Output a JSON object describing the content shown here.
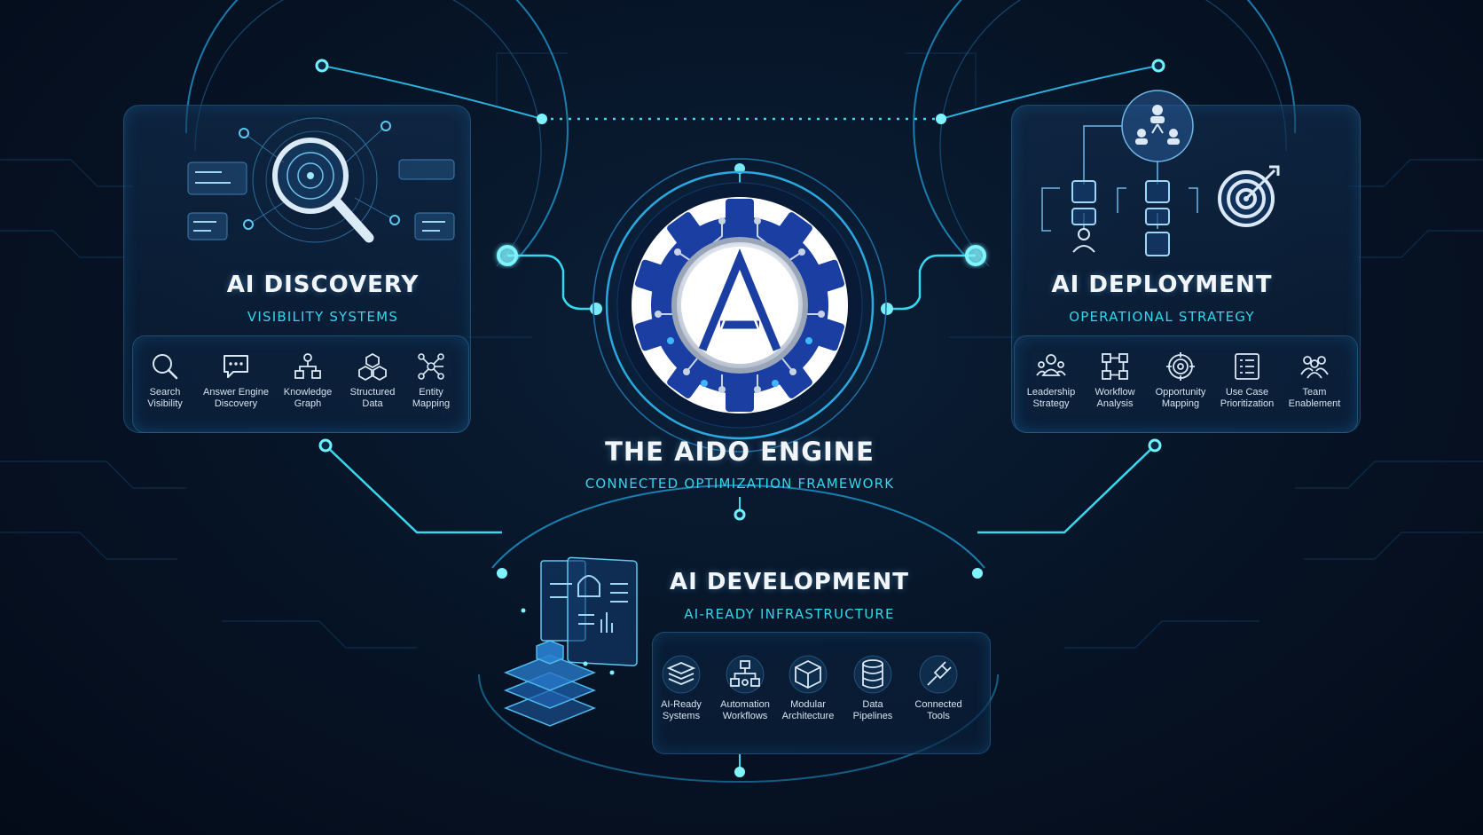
{
  "engine": {
    "title": "THE  AIDO ENGINE",
    "subtitle": "CONNECTED OPTIMIZATION FRAMEWORK"
  },
  "discovery": {
    "title": "AI DISCOVERY",
    "subtitle": "VISIBILITY SYSTEMS",
    "items": [
      {
        "line1": "Search",
        "line2": "Visibility",
        "icon": "search-icon"
      },
      {
        "line1": "Answer Engine",
        "line2": "Discovery",
        "icon": "chat-icon"
      },
      {
        "line1": "Knowledge",
        "line2": "Graph",
        "icon": "graph-icon"
      },
      {
        "line1": "Structured",
        "line2": "Data",
        "icon": "cubes-icon"
      },
      {
        "line1": "Entity",
        "line2": "Mapping",
        "icon": "network-icon"
      }
    ]
  },
  "deployment": {
    "title": "AI DEPLOYMENT",
    "subtitle": "OPERATIONAL STRATEGY",
    "items": [
      {
        "line1": "Leadership",
        "line2": "Strategy",
        "icon": "people-icon"
      },
      {
        "line1": "Workflow",
        "line2": "Analysis",
        "icon": "workflow-icon"
      },
      {
        "line1": "Opportunity",
        "line2": "Mapping",
        "icon": "target-icon"
      },
      {
        "line1": "Use Case",
        "line2": "Prioritization",
        "icon": "checklist-icon"
      },
      {
        "line1": "Team",
        "line2": "Enablement",
        "icon": "team-icon"
      }
    ]
  },
  "development": {
    "title": "AI DEVELOPMENT",
    "subtitle": "AI-READY INFRASTRUCTURE",
    "items": [
      {
        "line1": "AI-Ready",
        "line2": "Systems",
        "icon": "layers-icon"
      },
      {
        "line1": "Automation",
        "line2": "Workflows",
        "icon": "automation-icon"
      },
      {
        "line1": "Modular",
        "line2": "Architecture",
        "icon": "cube-icon"
      },
      {
        "line1": "Data",
        "line2": "Pipelines",
        "icon": "database-icon"
      },
      {
        "line1": "Connected",
        "line2": "Tools",
        "icon": "plug-icon"
      }
    ]
  },
  "colors": {
    "accent": "#2fd6ea",
    "background": "#06101f",
    "gear": "#1a3a9c",
    "panel_border": "#3a8ccc"
  }
}
